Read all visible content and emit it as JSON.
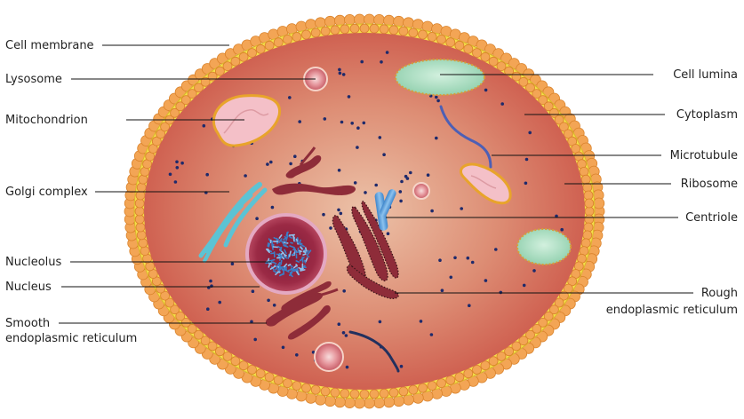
{
  "labels": {
    "cell_membrane": "Cell membrane",
    "lysosome": "Lysosome",
    "mitochondrion": "Mitochondrion",
    "golgi_complex": "Golgi complex",
    "nucleolus": "Nucleolus",
    "nucleus": "Nucleus",
    "smooth_er_line1": "Smooth",
    "smooth_er_line2": "endoplasmic reticulum",
    "cell_lumina": "Cell lumina",
    "cytoplasm": "Cytoplasm",
    "microtubule": "Microtubule",
    "ribosome": "Ribosome",
    "centriole": "Centriole",
    "rough_er_line1": "Rough",
    "rough_er_line2": "endoplasmic reticulum"
  },
  "colors": {
    "membrane_bead": "#f3a555",
    "membrane_bead_edge": "#d9822b",
    "membrane_core": "#f7e24a",
    "cytoplasm_center": "#e9b39a",
    "cytoplasm_edge": "#cf5b4c",
    "organelle_maroon": "#8e2c39",
    "mitochondrion_fill": "#f4c0c8",
    "mitochondrion_edge": "#e8a42b",
    "vacuole_fill": "#a9dcc0",
    "golgi": "#5cc3d4",
    "centriole": "#5a9bd6",
    "microtubule_blue": "#4d5fb5",
    "microtubule_navy": "#22305e",
    "ribosome_dot": "#1e2a6b",
    "nucleus_fill": "#9b2a45",
    "nucleolus": "#3a7fc8",
    "lysosome": "#e9a0a6"
  }
}
